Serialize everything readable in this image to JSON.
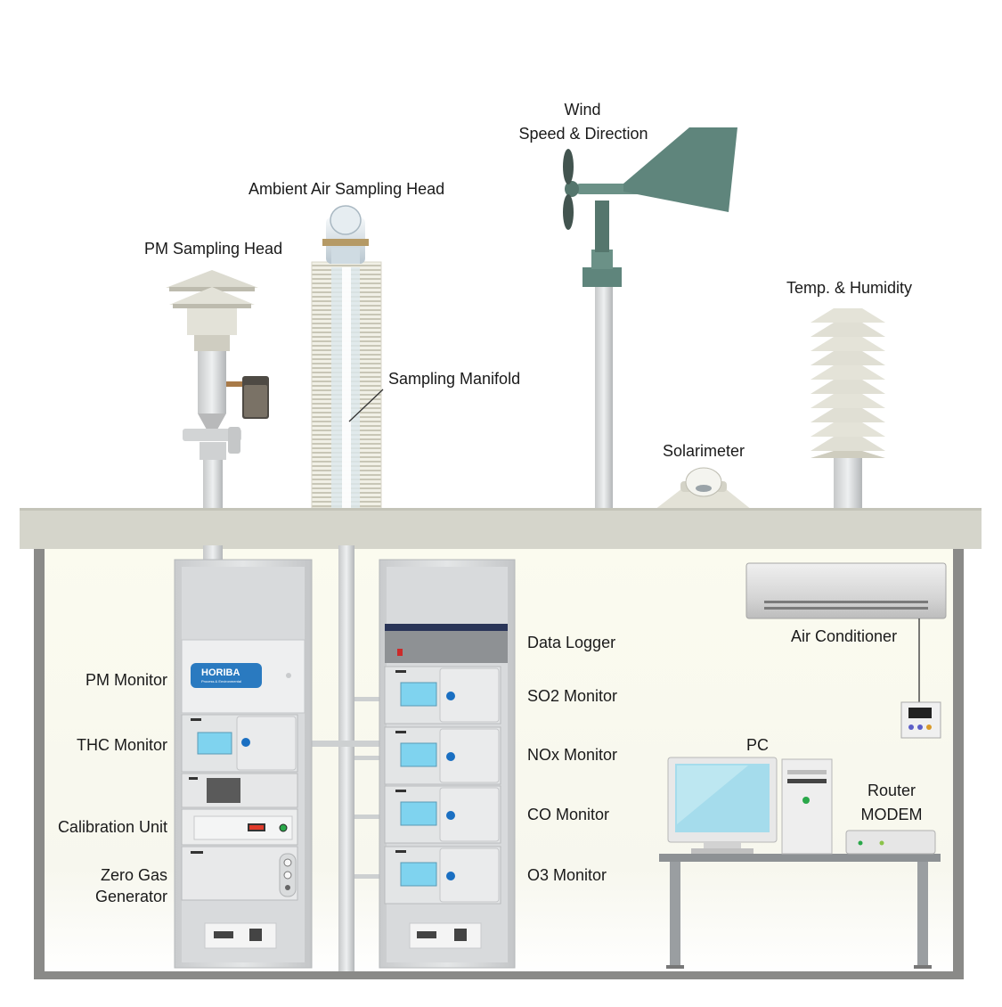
{
  "labels": {
    "pm_sampling_head": "PM Sampling Head",
    "ambient_air_sampling_head": "Ambient Air Sampling Head",
    "wind_line1": "Wind",
    "wind_line2": "Speed & Direction",
    "temp_humidity": "Temp. & Humidity",
    "sampling_manifold": "Sampling Manifold",
    "solarimeter": "Solarimeter",
    "pm_monitor": "PM Monitor",
    "thc_monitor": "THC Monitor",
    "calibration_unit": "Calibration Unit",
    "zero_gas_line1": "Zero Gas",
    "zero_gas_line2": "Generator",
    "data_logger": "Data Logger",
    "so2_monitor": "SO2 Monitor",
    "nox_monitor": "NOx Monitor",
    "co_monitor": "CO Monitor",
    "o3_monitor": "O3 Monitor",
    "air_conditioner": "Air Conditioner",
    "pc": "PC",
    "router": "Router",
    "modem": "MODEM"
  },
  "brand": {
    "name": "HORIBA",
    "tagline": "Process & Environmental"
  },
  "colors": {
    "roof": "#d5d5cb",
    "room_fill": "#fbfbef",
    "wall": "#8a8a88",
    "rack": "#d4d6d8",
    "brand_blue": "#2a7ac0",
    "screen": "#7fd3ef",
    "vane": "#5f857c"
  }
}
